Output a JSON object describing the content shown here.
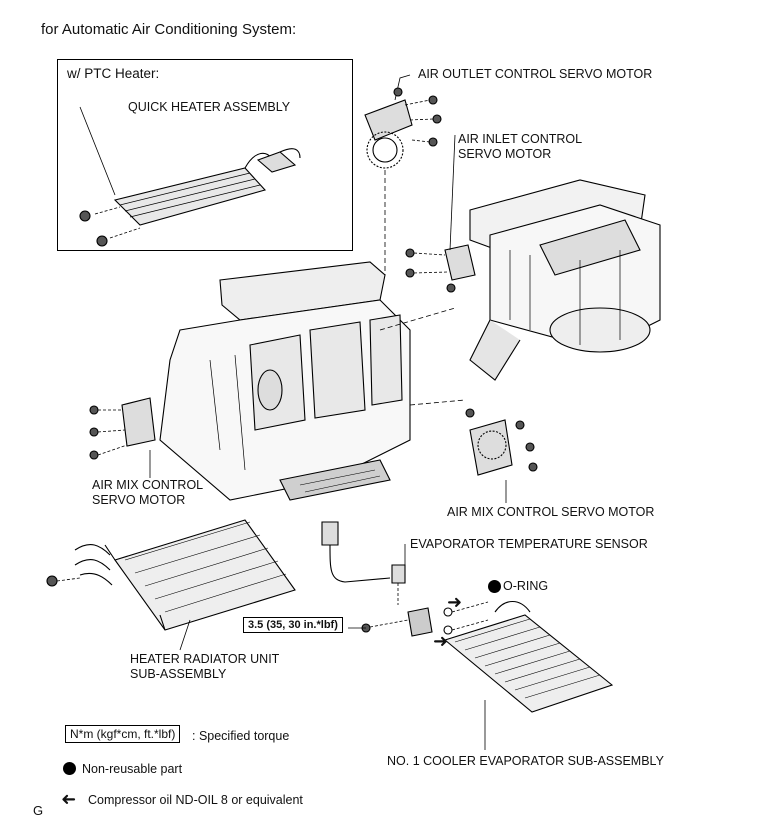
{
  "header": {
    "title": "for Automatic Air Conditioning System:"
  },
  "inset": {
    "title": "w/ PTC Heater:",
    "part": "QUICK HEATER ASSEMBLY"
  },
  "parts": {
    "air_outlet_servo": "AIR OUTLET CONTROL SERVO MOTOR",
    "air_inlet_servo": "AIR INLET CONTROL\nSERVO MOTOR",
    "air_mix_servo_left": "AIR MIX CONTROL\nSERVO MOTOR",
    "air_mix_servo_right": "AIR MIX CONTROL SERVO MOTOR",
    "evap_temp_sensor": "EVAPORATOR TEMPERATURE SENSOR",
    "o_ring": "O-RING",
    "heater_radiator": "HEATER RADIATOR UNIT\nSUB-ASSEMBLY",
    "cooler_evaporator": "NO. 1 COOLER EVAPORATOR SUB-ASSEMBLY"
  },
  "torque": {
    "value": "3.5 (35, 30 in.*lbf)"
  },
  "legend": {
    "torque_unit": "N*m (kgf*cm, ft.*lbf)",
    "torque_desc": ": Specified torque",
    "non_reusable": "Non-reusable part",
    "compressor_oil": "Compressor oil ND-OIL 8 or equivalent"
  },
  "footer": {
    "code": "G"
  },
  "icons": {
    "non_reusable": "filled-circle-icon",
    "oil": "left-arrow-icon"
  }
}
